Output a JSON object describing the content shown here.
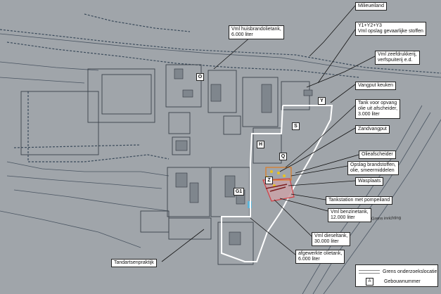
{
  "callouts": [
    {
      "id": "milieueiland",
      "text": "Milieueiland"
    },
    {
      "id": "y-opslag",
      "text": "Y1+Y2+Y3\nVml opslag gevaarlijke stoffen"
    },
    {
      "id": "brandolietank",
      "text": "Vml huisbrandolietank,\n6.000 liter"
    },
    {
      "id": "zeefdrukkerij",
      "text": "Vml zeefdrukkerij,\nverfspuiterij e.d."
    },
    {
      "id": "vangput-keuken",
      "text": "Vangput keuken"
    },
    {
      "id": "tank-opvang",
      "text": "Tank voor opvang\nolie uit afscheider,\n3.000 liter"
    },
    {
      "id": "zandvangput",
      "text": "Zandvangput"
    },
    {
      "id": "olieafscheider",
      "text": "Olieafscheider"
    },
    {
      "id": "opslag-brandstoffen",
      "text": "Opslag brandstoffen,\nolie, smeermiddelen"
    },
    {
      "id": "wasplaats",
      "text": "Wasplaats"
    },
    {
      "id": "tankstation",
      "text": "Tankstation met pompeiland"
    },
    {
      "id": "benzinetank",
      "text": "Vml benzinetank,\n12.000 liter"
    },
    {
      "id": "dieseltank",
      "text": "Vml dieseltank,\n30.000 liter"
    },
    {
      "id": "afgewerkte-olietank",
      "text": "afgewerkte olietank,\n6.000 liter"
    },
    {
      "id": "tandarts",
      "text": "Tandartsenpraktijk"
    }
  ],
  "buildings": [
    {
      "id": "O",
      "label": "O"
    },
    {
      "id": "Y",
      "label": "Y"
    },
    {
      "id": "S",
      "label": "S"
    },
    {
      "id": "H",
      "label": "H"
    },
    {
      "id": "Q",
      "label": "Q"
    },
    {
      "id": "Z",
      "label": "Z"
    },
    {
      "id": "G1",
      "label": "G1"
    }
  ],
  "grens_inrichting": "Grens inrichting",
  "legend": {
    "onderzoek_label": "Grens onderzoekslocatie",
    "gebouw_label": "Gebouwnummer",
    "gebouw_swatch": "A"
  }
}
